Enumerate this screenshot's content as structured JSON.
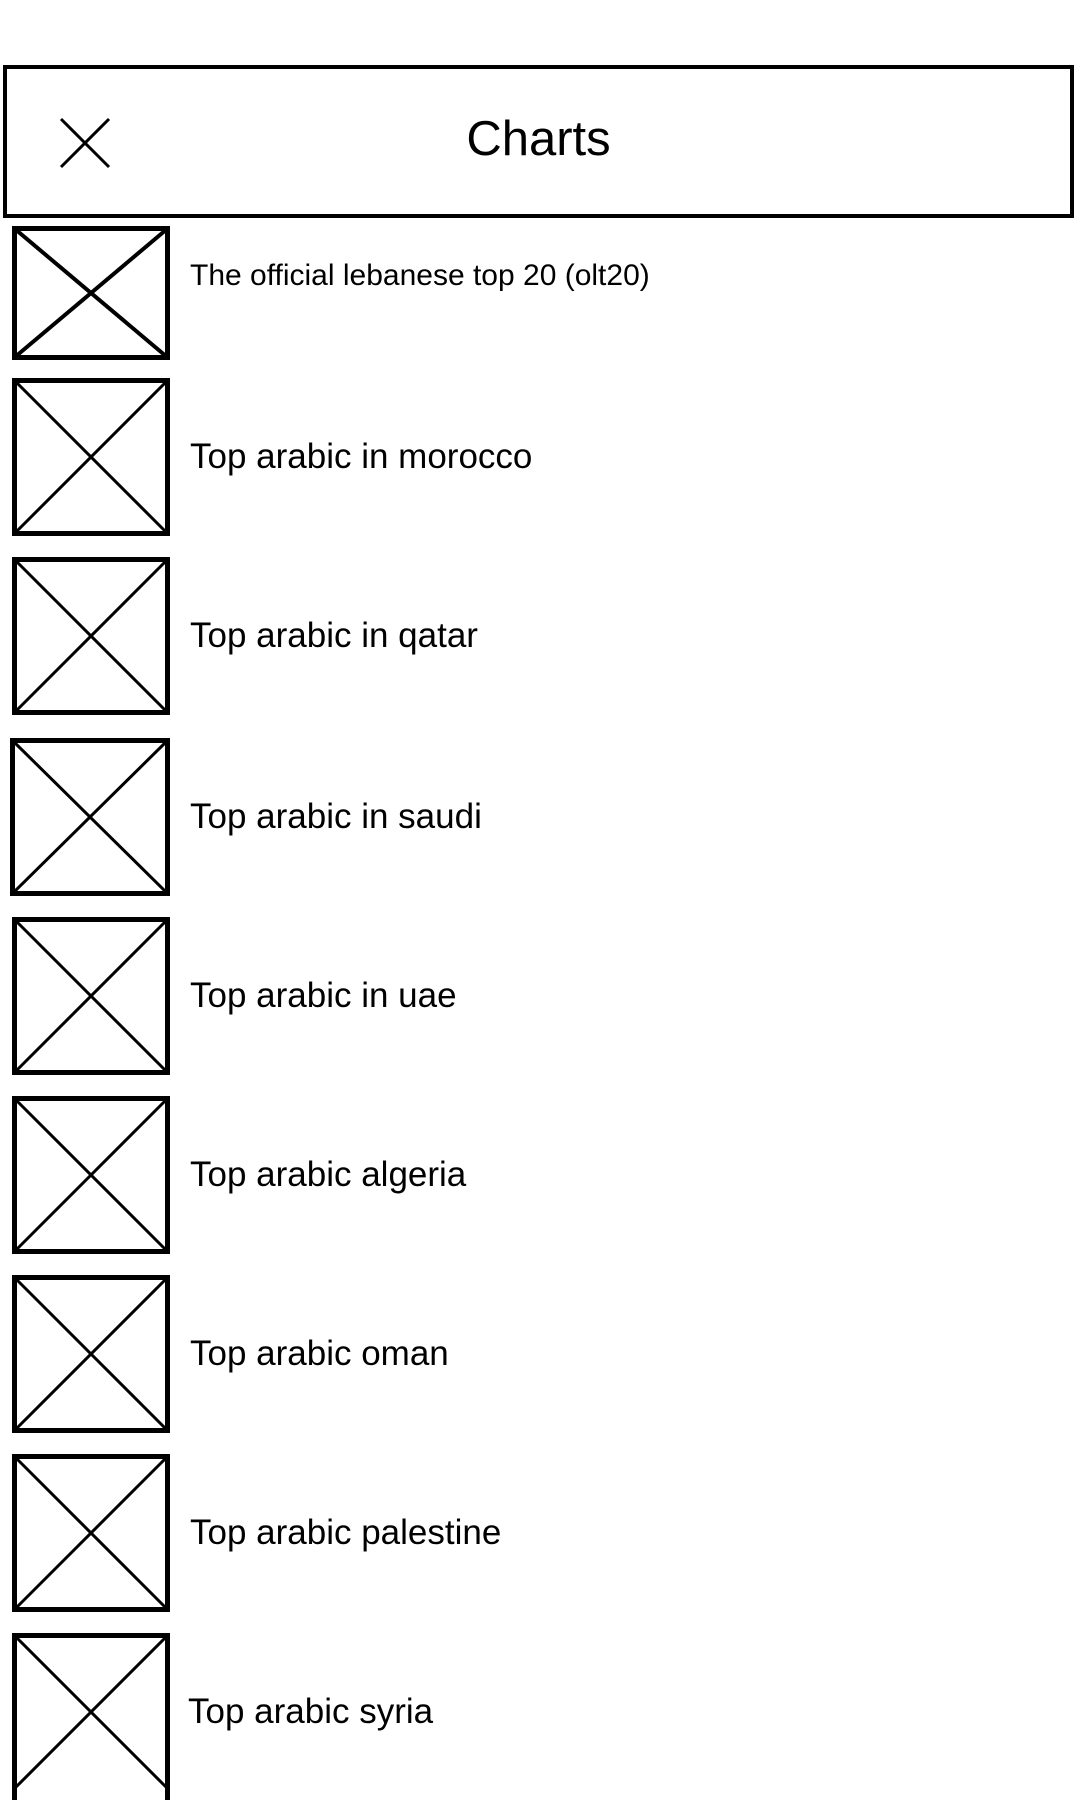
{
  "header": {
    "title": "Charts",
    "close_icon": "close-icon"
  },
  "charts": [
    {
      "label": "The official lebanese top 20 (olt20)",
      "thumbnail_icon": "image-placeholder-icon"
    },
    {
      "label": "Top arabic in morocco",
      "thumbnail_icon": "image-placeholder-icon"
    },
    {
      "label": "Top arabic in qatar",
      "thumbnail_icon": "image-placeholder-icon"
    },
    {
      "label": "Top arabic in saudi",
      "thumbnail_icon": "image-placeholder-icon"
    },
    {
      "label": "Top arabic in uae",
      "thumbnail_icon": "image-placeholder-icon"
    },
    {
      "label": "Top arabic algeria",
      "thumbnail_icon": "image-placeholder-icon"
    },
    {
      "label": "Top arabic oman",
      "thumbnail_icon": "image-placeholder-icon"
    },
    {
      "label": "Top arabic palestine",
      "thumbnail_icon": "image-placeholder-icon"
    },
    {
      "label": "Top arabic syria",
      "thumbnail_icon": "image-placeholder-icon"
    }
  ]
}
